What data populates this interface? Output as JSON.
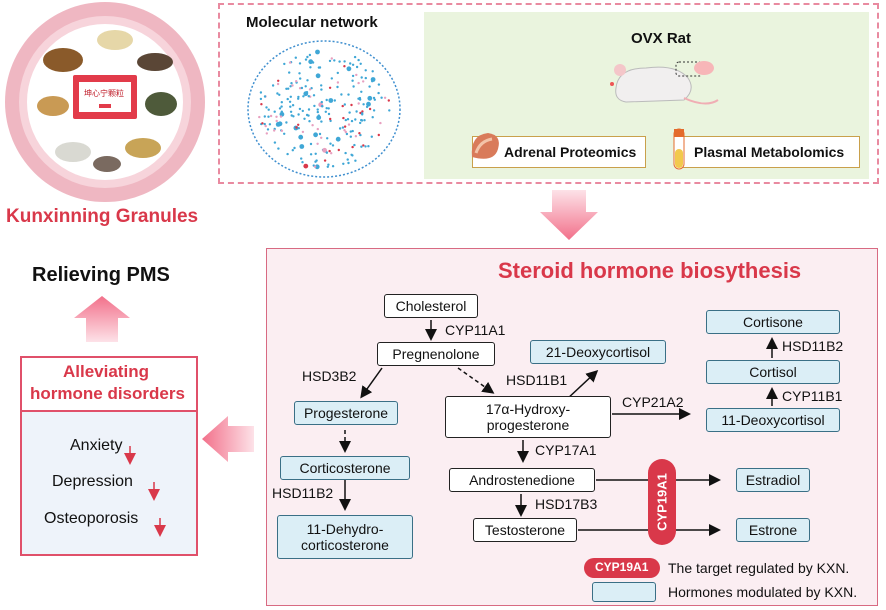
{
  "granules": {
    "label": "Kunxinning Granules",
    "package_text": "坤心宁颗粒"
  },
  "top_panel": {
    "network_title": "Molecular network",
    "rat_title": "OVX Rat",
    "adrenal": "Adrenal Proteomics",
    "plasma": "Plasmal Metabolomics"
  },
  "left": {
    "relieving": "Relieving PMS",
    "alleviating_line1": "Alleviating",
    "alleviating_line2": "hormone disorders",
    "symptoms": [
      "Anxiety",
      "Depression",
      "Osteoporosis"
    ]
  },
  "pathway": {
    "title": "Steroid hormone biosythesis",
    "nodes": {
      "cholesterol": "Cholesterol",
      "pregnenolone": "Pregnenolone",
      "progesterone": "Progesterone",
      "corticosterone": "Corticosterone",
      "dehydro1": "11-Dehydro-",
      "dehydro2": "corticosterone",
      "deoxycortisol21": "21-Deoxycortisol",
      "hydroxy1": "17α-Hydroxy-",
      "hydroxy2": "progesterone",
      "androstenedione": "Androstenedione",
      "testosterone": "Testosterone",
      "cortisone": "Cortisone",
      "cortisol": "Cortisol",
      "deoxycortisol11": "11-Deoxycortisol",
      "estradiol": "Estradiol",
      "estrone": "Estrone"
    },
    "enzymes": {
      "cyp11a1": "CYP11A1",
      "hsd3b2": "HSD3B2",
      "hsd11b1": "HSD11B1",
      "cyp21a2": "CYP21A2",
      "hsd11b2_left": "HSD11B2",
      "cyp17a1": "CYP17A1",
      "hsd17b3": "HSD17B3",
      "hsd11b2_right": "HSD11B2",
      "cyp11b1": "CYP11B1",
      "cyp19a1": "CYP19A1"
    },
    "legend": {
      "target_badge": "CYP19A1",
      "target_text": "The target regulated by KXN.",
      "hormone_text": "Hormones modulated by KXN."
    }
  },
  "colors": {
    "accent_red": "#d9384a",
    "pink_light": "#fbeef2",
    "green_light": "#eaf4de",
    "hormone_blue": "#dbeef6"
  }
}
